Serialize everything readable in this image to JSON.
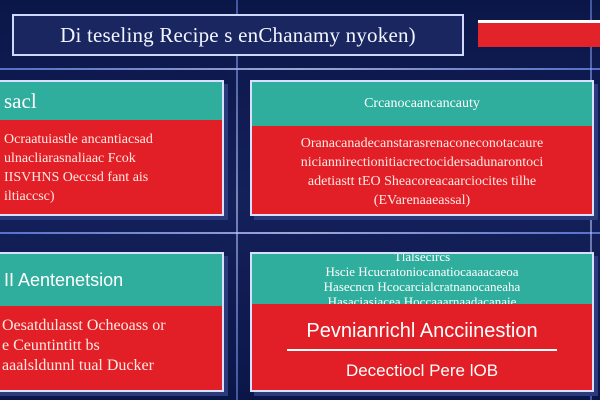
{
  "header": {
    "title": "Di teseling Recipe s enChanamy nyoken)"
  },
  "panels": [
    {
      "heading": "sacl",
      "lines": [
        "Ocraatuiastle ancantiacsad",
        "ulnacliarasnaliaac Fcok",
        "IISVHNS Oeccsd fant ais",
        "iltiaccsc)"
      ]
    },
    {
      "heading": "Crcanocaancancauty",
      "lines": [
        "Oranacanadecanstarasrenaconeconotacaure",
        "niciannirectionitiacrectocidersadunarontoci",
        "adetiastt tEO Sheacoreacaarciocites tilhe",
        "(EVarenaaeassal)"
      ]
    },
    {
      "heading": "II Aentenetsion",
      "lines": [
        "Oesatdulasst Ocheoass or",
        "e Ceuntintitt bs",
        "aaalsldunnl tual Ducker"
      ]
    },
    {
      "heading_lines": [
        "Tlalsecircs",
        "Hscie Hcucratoniocanatiocaaaacaeoa",
        "Hasecncn Hcocarcialcratnanocaneaha",
        "Hasaciasiacea Hoccaaarnaadacanaie"
      ],
      "big": "Pevnianrichl Ancciinestion",
      "sub": "Decectiocl Pere lOB"
    }
  ]
}
